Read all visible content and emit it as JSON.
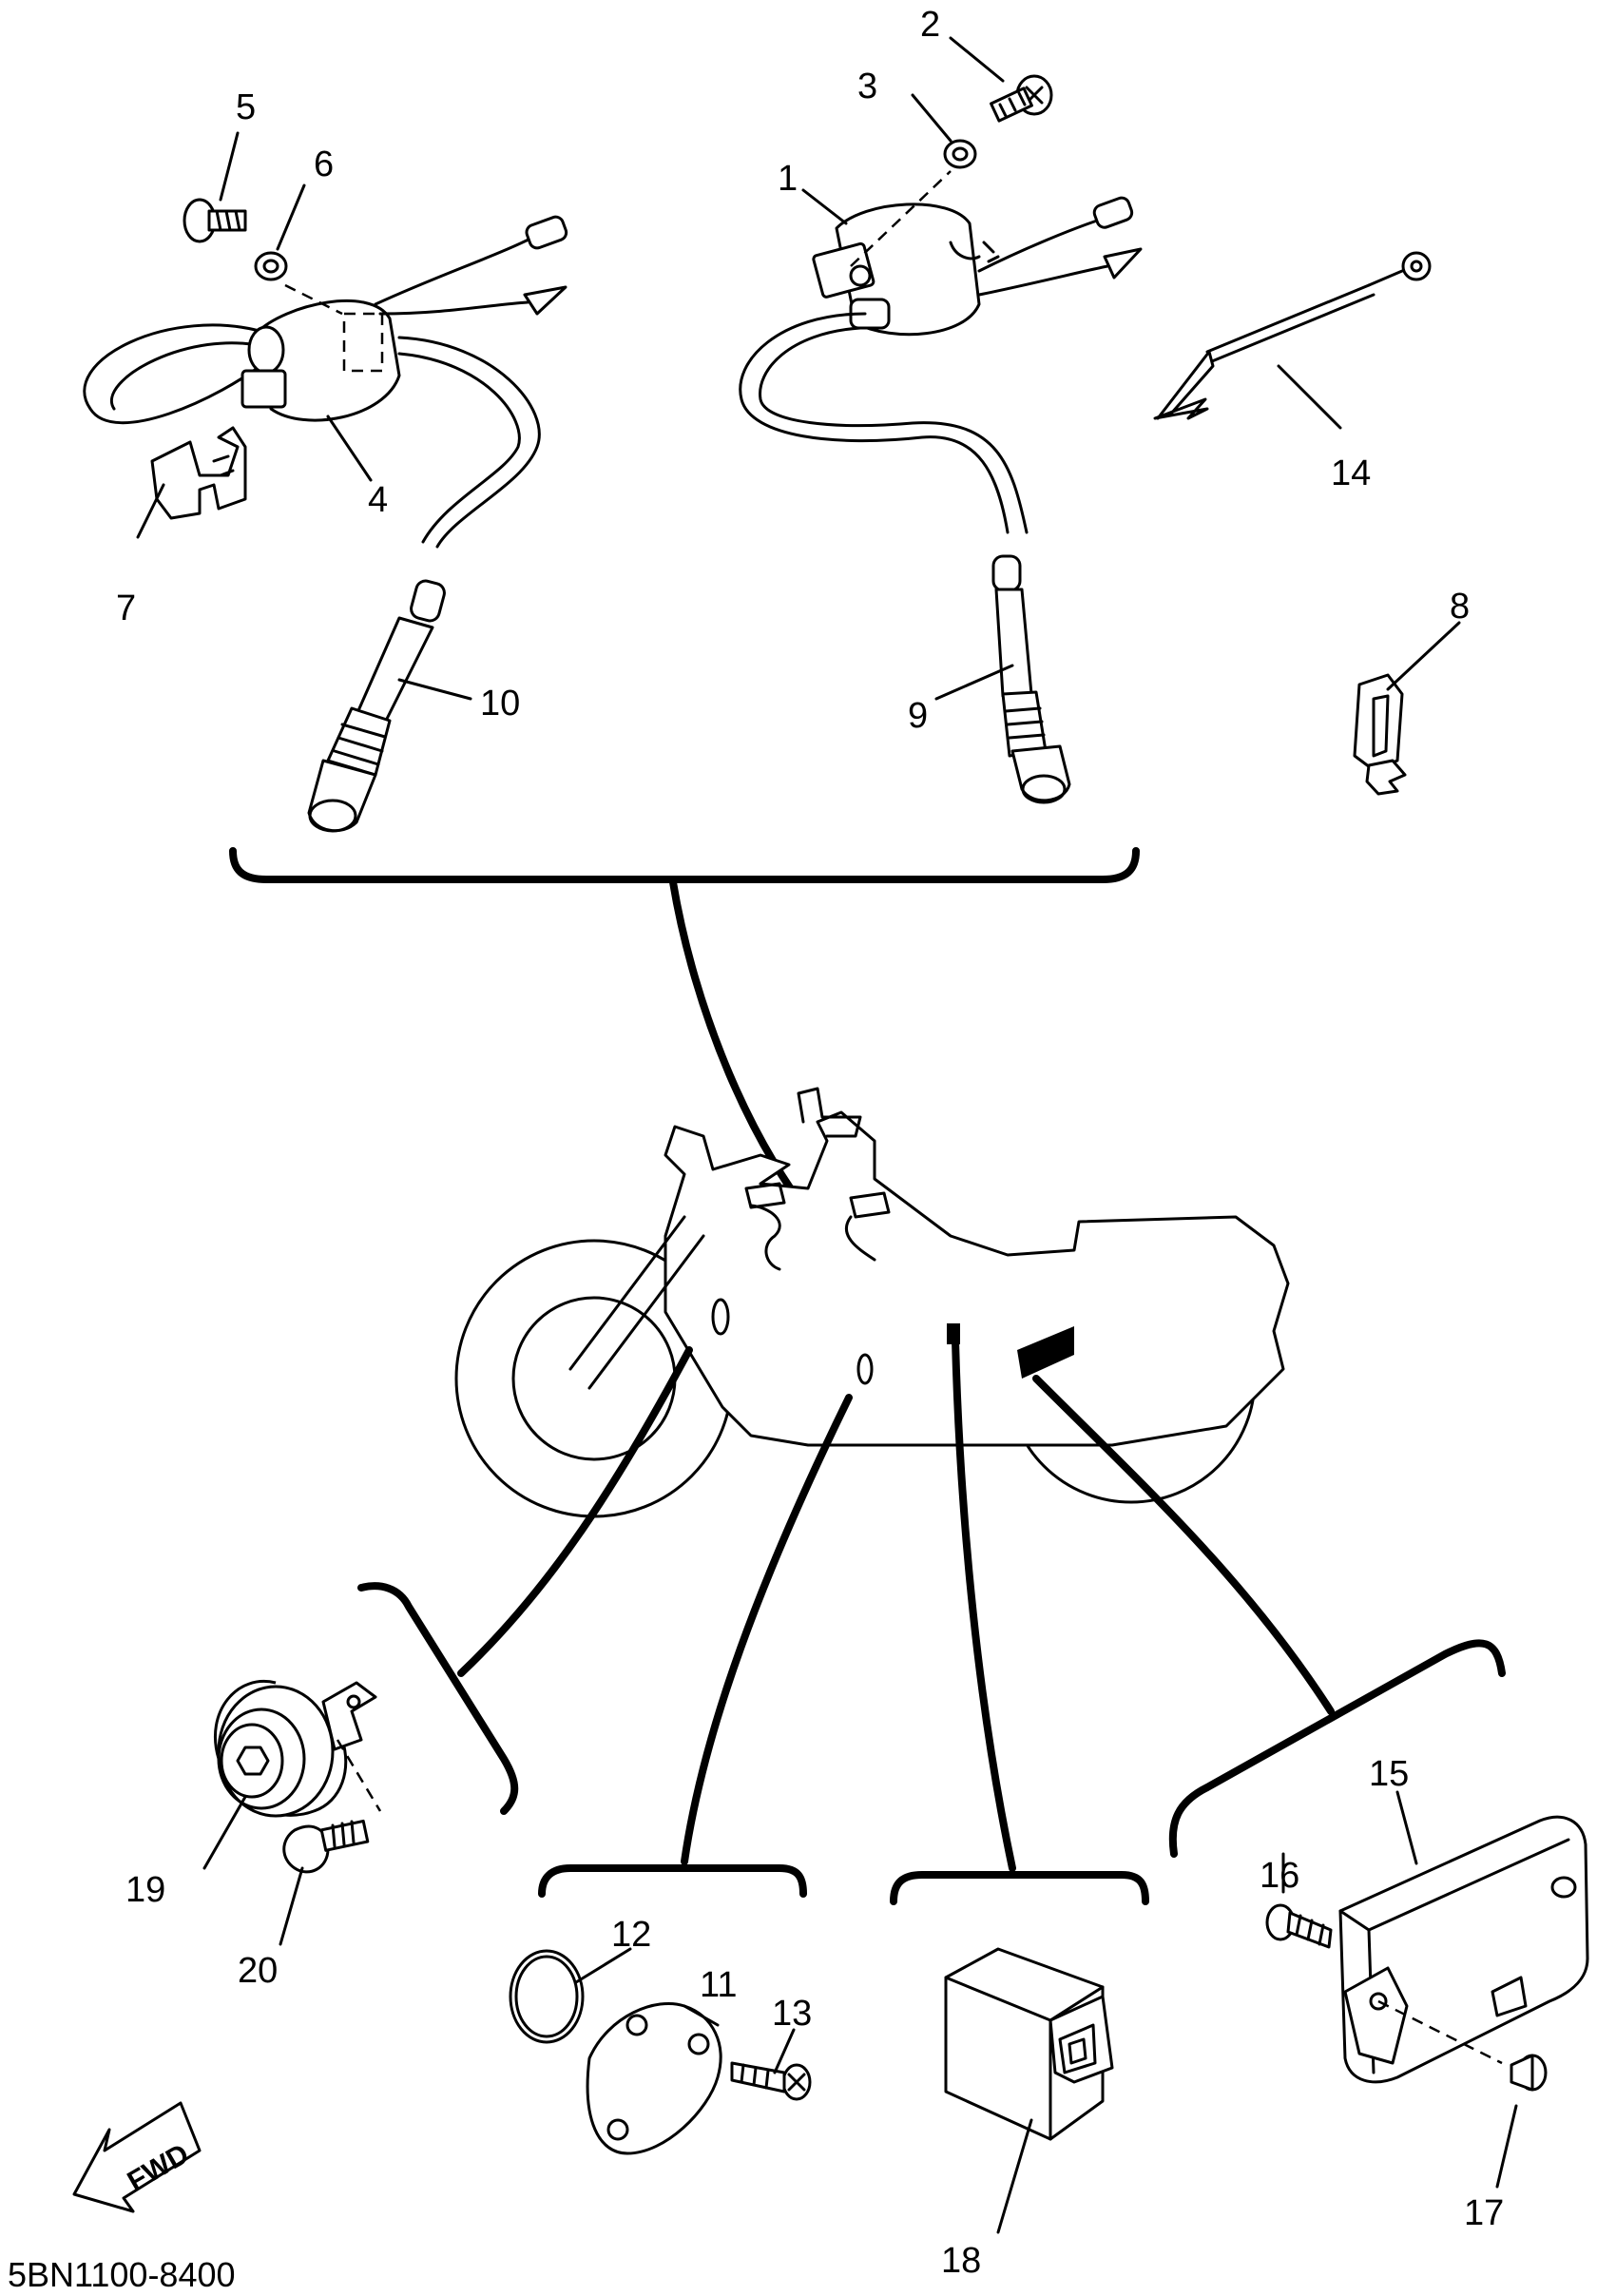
{
  "diagram_code": "5BN1100-8400",
  "fwd_label": "FWD",
  "callouts": {
    "n1": "1",
    "n2": "2",
    "n3": "3",
    "n4": "4",
    "n5": "5",
    "n6": "6",
    "n7": "7",
    "n8": "8",
    "n9": "9",
    "n10": "10",
    "n11": "11",
    "n12": "12",
    "n13": "13",
    "n14": "14",
    "n15": "15",
    "n16": "16",
    "n17": "17",
    "n18": "18",
    "n19": "19",
    "n20": "20"
  }
}
